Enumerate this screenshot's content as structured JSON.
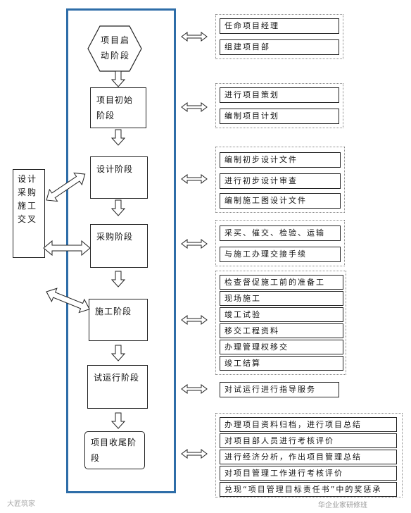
{
  "stages": [
    {
      "id": "start",
      "label": "项目启动阶段"
    },
    {
      "id": "initial",
      "label": "项目初始阶段"
    },
    {
      "id": "design",
      "label": "设计阶段"
    },
    {
      "id": "purchase",
      "label": "采购阶段"
    },
    {
      "id": "construction",
      "label": "施工阶段"
    },
    {
      "id": "trial",
      "label": "试运行阶段"
    },
    {
      "id": "closing",
      "label": "项目收尾阶段"
    }
  ],
  "side_box": {
    "label": "设计采购施工交叉"
  },
  "task_groups": [
    {
      "stage": "start",
      "tasks": [
        "任命项目经理",
        "组建项目部"
      ]
    },
    {
      "stage": "initial",
      "tasks": [
        "进行项目策划",
        "编制项目计划"
      ]
    },
    {
      "stage": "design",
      "tasks": [
        "编制初步设计文件",
        "进行初步设计审查",
        "编制施工图设计文件"
      ]
    },
    {
      "stage": "purchase",
      "tasks": [
        "采买、催交、检验、运输",
        "与施工办理交接手续"
      ]
    },
    {
      "stage": "construction",
      "tasks": [
        "检查督促施工前的准备工",
        "现场施工",
        "竣工试验",
        "移交工程资料",
        "办理管理权移交",
        "竣工结算"
      ]
    },
    {
      "stage": "trial",
      "tasks": [
        "对试运行进行指导服务"
      ]
    },
    {
      "stage": "closing",
      "tasks": [
        "办理项目资料归档，进行项目总结",
        "对项目部人员进行考核评价",
        "进行经济分析，作出项目管理总结",
        "对项目管理工作进行考核评价",
        "兑现“项目管理目标责任书”中的奖惩承"
      ]
    }
  ],
  "watermarks": {
    "left": "大匠筑家",
    "right": "华企业家研修班"
  },
  "colors": {
    "frame": "#2e6da8",
    "line": "#222222"
  }
}
